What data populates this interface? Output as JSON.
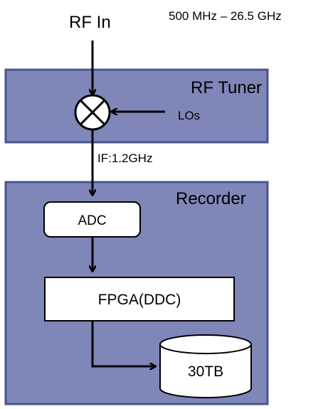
{
  "input": {
    "label": "RF In",
    "frequency_range": "500 MHz – 26.5 GHz"
  },
  "tuner": {
    "title": "RF Tuner",
    "lo_label": "LOs"
  },
  "link": {
    "if_label": "IF:1.2GHz"
  },
  "recorder": {
    "title": "Recorder",
    "adc_label": "ADC",
    "fpga_label": "FPGA(DDC)",
    "storage_label": "30TB"
  },
  "colors": {
    "block_fill": "#7f86b8",
    "block_border": "#4a5590",
    "component_fill": "#ffffff",
    "line": "#000000"
  }
}
